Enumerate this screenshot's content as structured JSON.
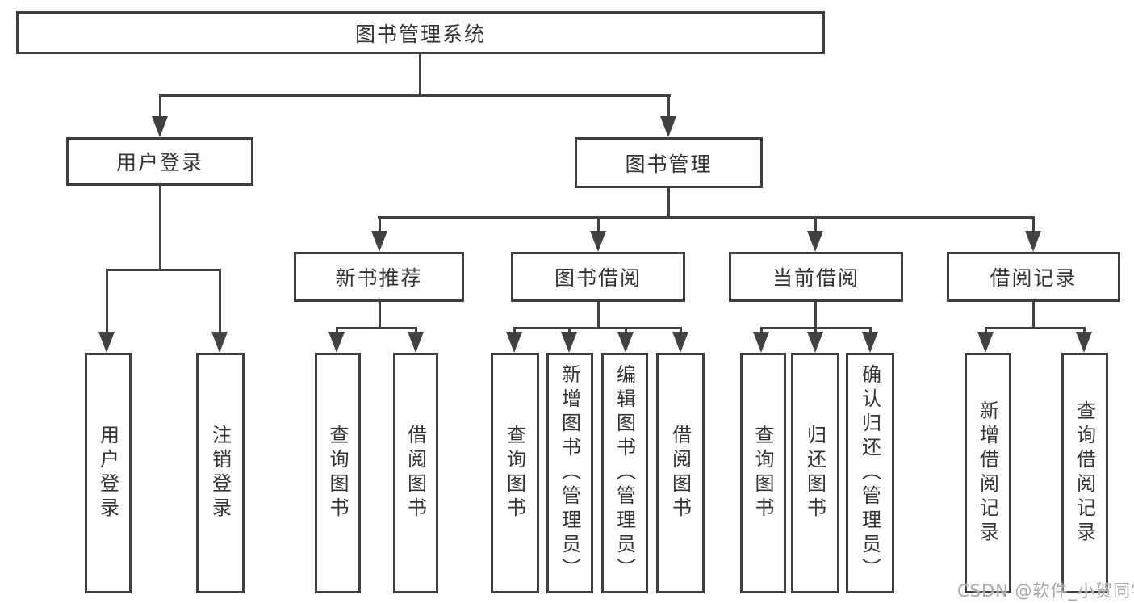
{
  "diagram": {
    "title": "图书管理系统",
    "nodes": {
      "user_login": "用户登录",
      "book_mgmt": "图书管理",
      "new_books": "新书推荐",
      "book_borrow": "图书借阅",
      "current_borrow": "当前借阅",
      "borrow_records": "借阅记录"
    },
    "leaves": {
      "user_login": "用户登录",
      "logout": "注销登录",
      "nb_query": "查询图书",
      "nb_borrow": "借阅图书",
      "bb_query": "查询图书",
      "bb_add": "新增图书（管理员）",
      "bb_edit": "编辑图书（管理员）",
      "bb_borrow": "借阅图书",
      "cb_query": "查询图书",
      "cb_return": "归还图书",
      "cb_confirm": "确认归还（管理员）",
      "br_add": "新增借阅记录",
      "br_query": "查询借阅记录"
    },
    "colors": {
      "line": "#414143",
      "border": "#3e3e40",
      "text": "#333333",
      "background": "#ffffff",
      "watermark": "#a8a8a8"
    }
  },
  "watermark": {
    "text": "CSDN @软件_小贺同学"
  }
}
